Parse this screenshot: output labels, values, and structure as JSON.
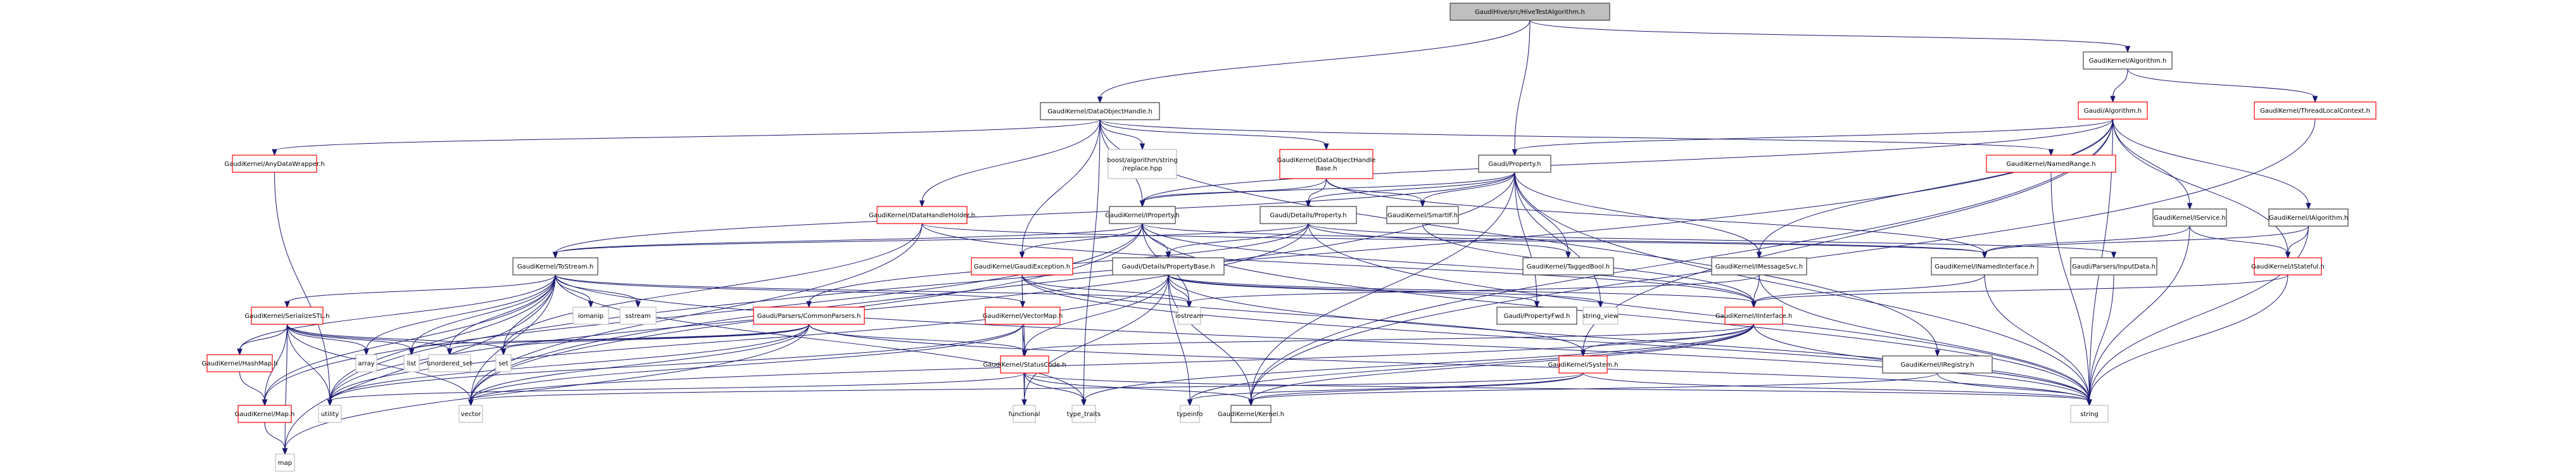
{
  "title": "GaudiHive/src/HiveTestAlgorithm.h include dependency graph",
  "colors": {
    "edge": "#191970",
    "root_fill": "#bfbfbf",
    "documented_border": "#404040",
    "truncated_border": "#ff0000",
    "external_border": "#bfbfbf"
  },
  "nodes": [
    {
      "id": "root",
      "label": [
        "GaudiHive/src/HiveTestAlgorithm.h"
      ],
      "kind": "root"
    },
    {
      "id": "dataobjecthandle",
      "label": [
        "GaudiKernel/DataObjectHandle.h"
      ],
      "kind": "doc"
    },
    {
      "id": "gk_algorithm",
      "label": [
        "GaudiKernel/Algorithm.h"
      ],
      "kind": "doc"
    },
    {
      "id": "gaudi_algorithm",
      "label": [
        "Gaudi/Algorithm.h"
      ],
      "kind": "trunc"
    },
    {
      "id": "threadlocal",
      "label": [
        "GaudiKernel/ThreadLocalContext.h"
      ],
      "kind": "trunc"
    },
    {
      "id": "anydatawrapper",
      "label": [
        "GaudiKernel/AnyDataWrapper.h"
      ],
      "kind": "trunc"
    },
    {
      "id": "boost_replace",
      "label": [
        "boost/algorithm/string",
        "/replace.hpp"
      ],
      "kind": "ext"
    },
    {
      "id": "dohbase",
      "label": [
        "GaudiKernel/DataObjectHandle",
        "Base.h"
      ],
      "kind": "trunc"
    },
    {
      "id": "property",
      "label": [
        "Gaudi/Property.h"
      ],
      "kind": "doc"
    },
    {
      "id": "namedrange",
      "label": [
        "GaudiKernel/NamedRange.h"
      ],
      "kind": "trunc"
    },
    {
      "id": "idatahandleholder",
      "label": [
        "GaudiKernel/IDataHandleHolder.h"
      ],
      "kind": "trunc"
    },
    {
      "id": "iproperty",
      "label": [
        "GaudiKernel/IProperty.h"
      ],
      "kind": "doc"
    },
    {
      "id": "details_property",
      "label": [
        "Gaudi/Details/Property.h"
      ],
      "kind": "doc"
    },
    {
      "id": "smartif",
      "label": [
        "GaudiKernel/SmartIF.h"
      ],
      "kind": "doc"
    },
    {
      "id": "iservice",
      "label": [
        "GaudiKernel/IService.h"
      ],
      "kind": "doc"
    },
    {
      "id": "ialgorithm",
      "label": [
        "GaudiKernel/IAlgorithm.h"
      ],
      "kind": "doc"
    },
    {
      "id": "tostream",
      "label": [
        "GaudiKernel/ToStream.h"
      ],
      "kind": "doc"
    },
    {
      "id": "gaudiexception",
      "label": [
        "GaudiKernel/GaudiException.h"
      ],
      "kind": "trunc"
    },
    {
      "id": "propertybase",
      "label": [
        "Gaudi/Details/PropertyBase.h"
      ],
      "kind": "doc"
    },
    {
      "id": "taggedbool",
      "label": [
        "GaudiKernel/TaggedBool.h"
      ],
      "kind": "doc"
    },
    {
      "id": "imessagesvc",
      "label": [
        "GaudiKernel/IMessageSvc.h"
      ],
      "kind": "doc"
    },
    {
      "id": "inamedinterface",
      "label": [
        "GaudiKernel/INamedInterface.h"
      ],
      "kind": "doc"
    },
    {
      "id": "inputdata",
      "label": [
        "Gaudi/Parsers/InputData.h"
      ],
      "kind": "doc"
    },
    {
      "id": "istateful",
      "label": [
        "GaudiKernel/IStateful.h"
      ],
      "kind": "trunc"
    },
    {
      "id": "serializestl",
      "label": [
        "GaudiKernel/SerializeSTL.h"
      ],
      "kind": "trunc"
    },
    {
      "id": "iomanip",
      "label": [
        "iomanip"
      ],
      "kind": "ext"
    },
    {
      "id": "sstream",
      "label": [
        "sstream"
      ],
      "kind": "ext"
    },
    {
      "id": "commonparsers",
      "label": [
        "Gaudi/Parsers/CommonParsers.h"
      ],
      "kind": "trunc"
    },
    {
      "id": "vectormap",
      "label": [
        "GaudiKernel/VectorMap.h"
      ],
      "kind": "trunc"
    },
    {
      "id": "iostream",
      "label": [
        "iostream"
      ],
      "kind": "ext"
    },
    {
      "id": "propertyfwd",
      "label": [
        "Gaudi/PropertyFwd.h"
      ],
      "kind": "doc"
    },
    {
      "id": "string_view",
      "label": [
        "string_view"
      ],
      "kind": "ext"
    },
    {
      "id": "iinterface",
      "label": [
        "GaudiKernel/IInterface.h"
      ],
      "kind": "trunc"
    },
    {
      "id": "hashmap",
      "label": [
        "GaudiKernel/HashMap.h"
      ],
      "kind": "trunc"
    },
    {
      "id": "array",
      "label": [
        "array"
      ],
      "kind": "ext"
    },
    {
      "id": "list",
      "label": [
        "list"
      ],
      "kind": "ext"
    },
    {
      "id": "unordered_set",
      "label": [
        "unordered_set"
      ],
      "kind": "ext"
    },
    {
      "id": "set",
      "label": [
        "set"
      ],
      "kind": "ext"
    },
    {
      "id": "statuscode",
      "label": [
        "GaudiKernel/StatusCode.h"
      ],
      "kind": "trunc"
    },
    {
      "id": "system",
      "label": [
        "GaudiKernel/System.h"
      ],
      "kind": "trunc"
    },
    {
      "id": "iregistry",
      "label": [
        "GaudiKernel/IRegistry.h"
      ],
      "kind": "doc"
    },
    {
      "id": "map_h",
      "label": [
        "GaudiKernel/Map.h"
      ],
      "kind": "trunc"
    },
    {
      "id": "utility",
      "label": [
        "utility"
      ],
      "kind": "ext"
    },
    {
      "id": "vector",
      "label": [
        "vector"
      ],
      "kind": "ext"
    },
    {
      "id": "functional",
      "label": [
        "functional"
      ],
      "kind": "ext"
    },
    {
      "id": "type_traits",
      "label": [
        "type_traits"
      ],
      "kind": "ext"
    },
    {
      "id": "typeinfo",
      "label": [
        "typeinfo"
      ],
      "kind": "ext"
    },
    {
      "id": "kernel",
      "label": [
        "GaudiKernel/Kernel.h"
      ],
      "kind": "doc"
    },
    {
      "id": "string",
      "label": [
        "string"
      ],
      "kind": "ext"
    },
    {
      "id": "map",
      "label": [
        "map"
      ],
      "kind": "ext"
    }
  ],
  "edges": [
    [
      "root",
      "dataobjecthandle"
    ],
    [
      "root",
      "property"
    ],
    [
      "root",
      "gk_algorithm"
    ],
    [
      "gk_algorithm",
      "gaudi_algorithm"
    ],
    [
      "gk_algorithm",
      "threadlocal"
    ],
    [
      "dataobjecthandle",
      "anydatawrapper"
    ],
    [
      "dataobjecthandle",
      "boost_replace"
    ],
    [
      "dataobjecthandle",
      "dohbase"
    ],
    [
      "dataobjecthandle",
      "namedrange"
    ],
    [
      "dataobjecthandle",
      "idatahandleholder"
    ],
    [
      "dataobjecthandle",
      "iproperty"
    ],
    [
      "dataobjecthandle",
      "gaudiexception"
    ],
    [
      "dataobjecthandle",
      "iregistry"
    ],
    [
      "dataobjecthandle",
      "type_traits"
    ],
    [
      "gaudi_algorithm",
      "property"
    ],
    [
      "gaudi_algorithm",
      "iproperty"
    ],
    [
      "gaudi_algorithm",
      "imessagesvc"
    ],
    [
      "gaudi_algorithm",
      "iservice"
    ],
    [
      "gaudi_algorithm",
      "ialgorithm"
    ],
    [
      "gaudi_algorithm",
      "istateful"
    ],
    [
      "gaudi_algorithm",
      "string"
    ],
    [
      "gaudi_algorithm",
      "system"
    ],
    [
      "gaudi_algorithm",
      "kernel"
    ],
    [
      "gaudi_algorithm",
      "utility"
    ],
    [
      "threadlocal",
      "kernel"
    ],
    [
      "anydatawrapper",
      "utility"
    ],
    [
      "dohbase",
      "iproperty"
    ],
    [
      "dohbase",
      "smartif"
    ],
    [
      "dohbase",
      "details_property"
    ],
    [
      "dohbase",
      "inamedinterface"
    ],
    [
      "property",
      "iproperty"
    ],
    [
      "property",
      "details_property"
    ],
    [
      "property",
      "smartif"
    ],
    [
      "property",
      "taggedbool"
    ],
    [
      "property",
      "propertyfwd"
    ],
    [
      "property",
      "string"
    ],
    [
      "property",
      "imessagesvc"
    ],
    [
      "property",
      "tostream"
    ],
    [
      "property",
      "string_view"
    ],
    [
      "property",
      "kernel"
    ],
    [
      "property",
      "vector"
    ],
    [
      "namedrange",
      "string"
    ],
    [
      "idatahandleholder",
      "inamedinterface"
    ],
    [
      "idatahandleholder",
      "iinterface"
    ],
    [
      "idatahandleholder",
      "set"
    ],
    [
      "idatahandleholder",
      "vector"
    ],
    [
      "iproperty",
      "propertybase"
    ],
    [
      "iproperty",
      "gaudiexception"
    ],
    [
      "iproperty",
      "inamedinterface"
    ],
    [
      "iproperty",
      "iinterface"
    ],
    [
      "iproperty",
      "tostream"
    ],
    [
      "iproperty",
      "iostream"
    ],
    [
      "iproperty",
      "string"
    ],
    [
      "iproperty",
      "vector"
    ],
    [
      "iproperty",
      "map_h"
    ],
    [
      "details_property",
      "propertybase"
    ],
    [
      "details_property",
      "inputdata"
    ],
    [
      "details_property",
      "commonparsers"
    ],
    [
      "details_property",
      "tostream"
    ],
    [
      "details_property",
      "taggedbool"
    ],
    [
      "details_property",
      "string"
    ],
    [
      "details_property",
      "utility"
    ],
    [
      "smartif",
      "iinterface"
    ],
    [
      "iservice",
      "inamedinterface"
    ],
    [
      "iservice",
      "istateful"
    ],
    [
      "iservice",
      "string"
    ],
    [
      "ialgorithm",
      "inamedinterface"
    ],
    [
      "ialgorithm",
      "istateful"
    ],
    [
      "ialgorithm",
      "string"
    ],
    [
      "tostream",
      "serializestl"
    ],
    [
      "tostream",
      "iomanip"
    ],
    [
      "tostream",
      "sstream"
    ],
    [
      "tostream",
      "vectormap"
    ],
    [
      "tostream",
      "hashmap"
    ],
    [
      "tostream",
      "map_h"
    ],
    [
      "tostream",
      "array"
    ],
    [
      "tostream",
      "list"
    ],
    [
      "tostream",
      "set"
    ],
    [
      "tostream",
      "unordered_set"
    ],
    [
      "tostream",
      "iostream"
    ],
    [
      "tostream",
      "string"
    ],
    [
      "tostream",
      "utility"
    ],
    [
      "tostream",
      "vector"
    ],
    [
      "tostream",
      "map"
    ],
    [
      "tostream",
      "type_traits"
    ],
    [
      "gaudiexception",
      "statuscode"
    ],
    [
      "gaudiexception",
      "system"
    ],
    [
      "gaudiexception",
      "iostream"
    ],
    [
      "gaudiexception",
      "string"
    ],
    [
      "propertybase",
      "propertyfwd"
    ],
    [
      "propertybase",
      "string_view"
    ],
    [
      "propertybase",
      "iinterface"
    ],
    [
      "propertybase",
      "statuscode"
    ],
    [
      "propertybase",
      "iostream"
    ],
    [
      "propertybase",
      "functional"
    ],
    [
      "propertybase",
      "typeinfo"
    ],
    [
      "propertybase",
      "string"
    ],
    [
      "propertybase",
      "utility"
    ],
    [
      "propertybase",
      "kernel"
    ],
    [
      "imessagesvc",
      "iinterface"
    ],
    [
      "imessagesvc",
      "iostream"
    ],
    [
      "imessagesvc",
      "string"
    ],
    [
      "inamedinterface",
      "iinterface"
    ],
    [
      "inamedinterface",
      "string"
    ],
    [
      "inputdata",
      "string"
    ],
    [
      "istateful",
      "iinterface"
    ],
    [
      "istateful",
      "string"
    ],
    [
      "serializestl",
      "hashmap"
    ],
    [
      "serializestl",
      "map_h"
    ],
    [
      "serializestl",
      "array"
    ],
    [
      "serializestl",
      "list"
    ],
    [
      "serializestl",
      "set"
    ],
    [
      "serializestl",
      "unordered_set"
    ],
    [
      "serializestl",
      "utility"
    ],
    [
      "serializestl",
      "vector"
    ],
    [
      "serializestl",
      "map"
    ],
    [
      "commonparsers",
      "statuscode"
    ],
    [
      "commonparsers",
      "set"
    ],
    [
      "commonparsers",
      "list"
    ],
    [
      "commonparsers",
      "unordered_set"
    ],
    [
      "commonparsers",
      "vector"
    ],
    [
      "commonparsers",
      "map"
    ],
    [
      "commonparsers",
      "string"
    ],
    [
      "commonparsers",
      "utility"
    ],
    [
      "vectormap",
      "statuscode"
    ],
    [
      "vectormap",
      "functional"
    ],
    [
      "vectormap",
      "vector"
    ],
    [
      "vectormap",
      "utility"
    ],
    [
      "iinterface",
      "statuscode"
    ],
    [
      "iinterface",
      "system"
    ],
    [
      "iinterface",
      "kernel"
    ],
    [
      "iinterface",
      "typeinfo"
    ],
    [
      "iinterface",
      "type_traits"
    ],
    [
      "iinterface",
      "string"
    ],
    [
      "iinterface",
      "vector"
    ],
    [
      "hashmap",
      "map_h"
    ],
    [
      "statuscode",
      "functional"
    ],
    [
      "statuscode",
      "type_traits"
    ],
    [
      "statuscode",
      "kernel"
    ],
    [
      "statuscode",
      "utility"
    ],
    [
      "statuscode",
      "string"
    ],
    [
      "system",
      "kernel"
    ],
    [
      "system",
      "typeinfo"
    ],
    [
      "system",
      "string"
    ],
    [
      "system",
      "vector"
    ],
    [
      "iregistry",
      "kernel"
    ],
    [
      "iregistry",
      "string"
    ],
    [
      "map_h",
      "map"
    ]
  ]
}
